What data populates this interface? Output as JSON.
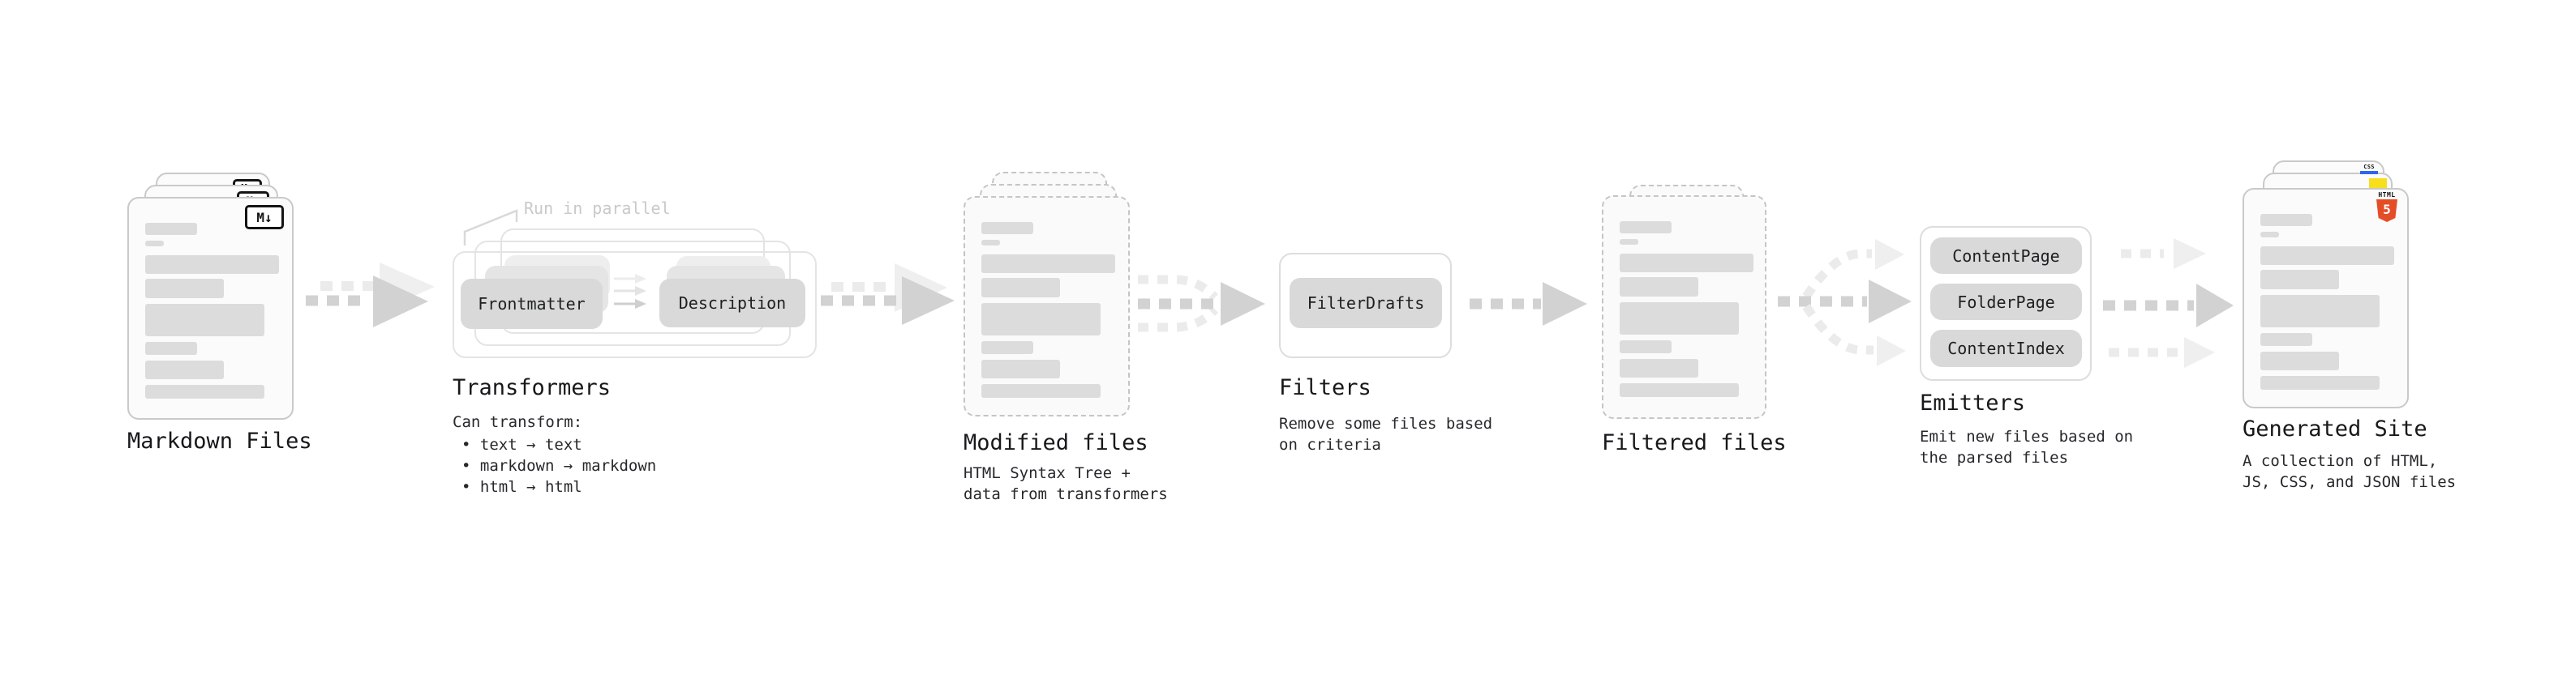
{
  "stages": {
    "markdown": {
      "title": "Markdown Files",
      "badge": "M↓"
    },
    "transformers": {
      "title": "Transformers",
      "annotation": "Run in parallel",
      "button_left": "Frontmatter",
      "button_right": "Description",
      "caption": "Can transform:",
      "bullet1": "• text → text",
      "bullet2": "• markdown → markdown",
      "bullet3": "• html → html"
    },
    "modified": {
      "title": "Modified files",
      "caption1": "HTML Syntax Tree +",
      "caption2": "data from transformers"
    },
    "filters": {
      "title": "Filters",
      "button": "FilterDrafts",
      "caption1": "Remove some files based",
      "caption2": "on criteria"
    },
    "filtered": {
      "title": "Filtered files"
    },
    "emitters": {
      "title": "Emitters",
      "button1": "ContentPage",
      "button2": "FolderPage",
      "button3": "ContentIndex",
      "caption1": "Emit new files based on",
      "caption2": "the parsed files"
    },
    "generated": {
      "title": "Generated Site",
      "caption1": "A collection of HTML,",
      "caption2": "JS, CSS, and JSON files",
      "badge_css": "CSS",
      "badge_html_word": "HTML",
      "badge_html_num": "5"
    }
  },
  "colors": {
    "html5_orange": "#e44d26",
    "js_yellow": "#f7df1e",
    "css_blue": "#2d65f2",
    "node_gray": "#d9d9d9",
    "arrow_dark": "#d2d2d2",
    "arrow_light": "#ebebeb",
    "annotation_gray": "#c9c9c9"
  }
}
